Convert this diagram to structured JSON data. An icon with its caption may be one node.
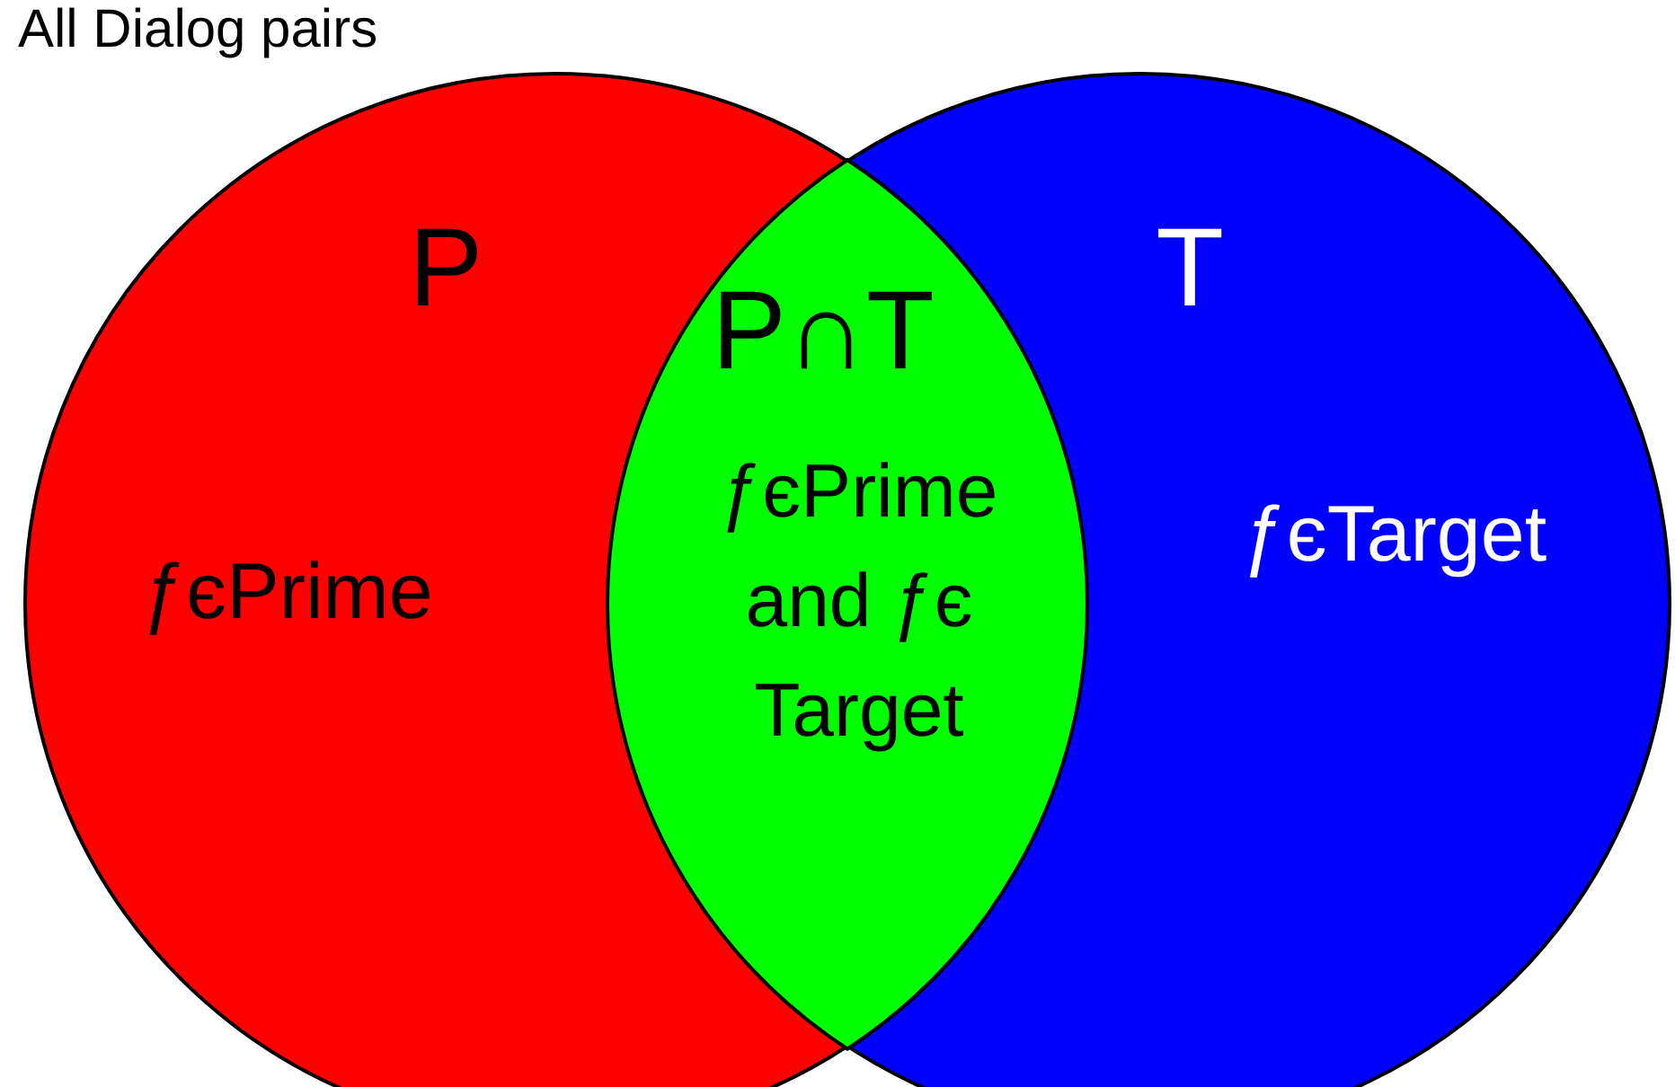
{
  "diagram": {
    "title": "All Dialog pairs",
    "nodes": [
      {
        "text": [
          "P",
          "ƒєPrime"
        ]
      },
      {
        "text": [
          "T",
          "ƒєTarget"
        ]
      },
      {
        "text": [
          "P∩T",
          "ƒєPrime and ƒє Target"
        ]
      }
    ]
  }
}
